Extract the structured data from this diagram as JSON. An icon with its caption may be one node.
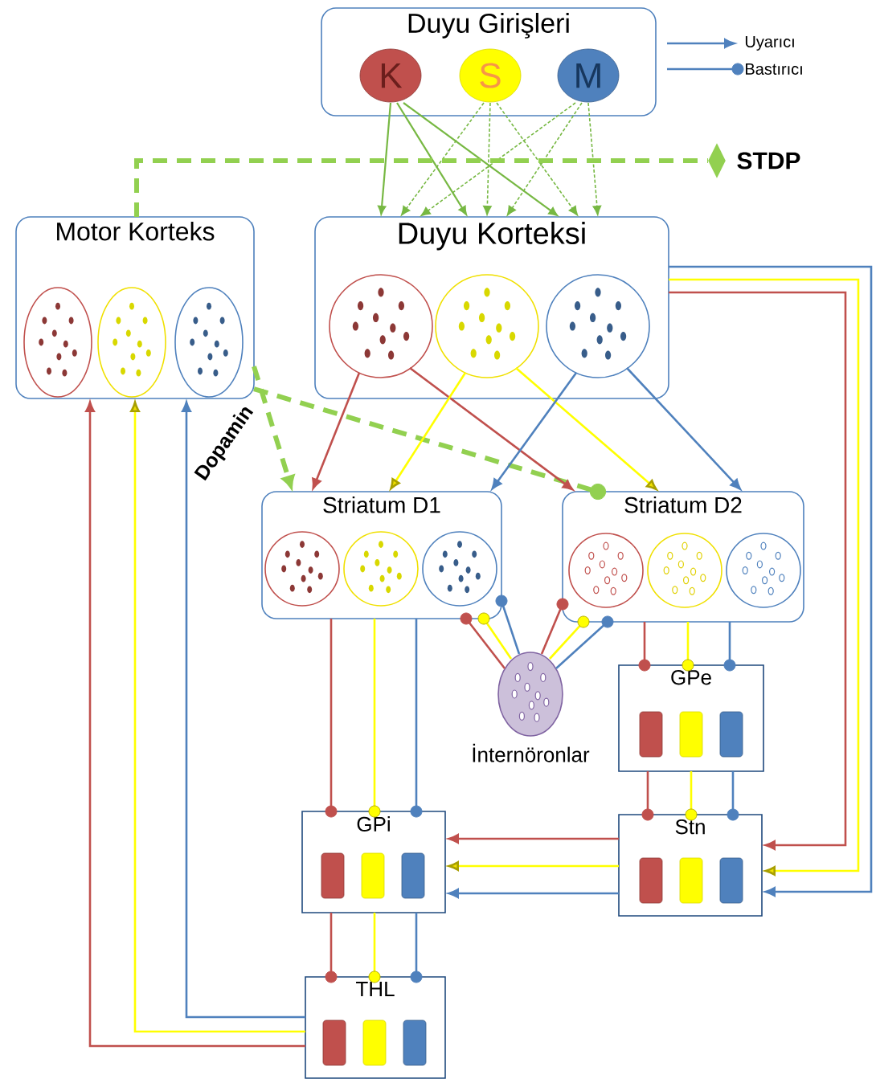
{
  "diagram": {
    "nodes": [
      {
        "text": [
          "Duyu Girişleri"
        ]
      },
      {
        "text": [
          "K"
        ],
        "in": 0
      },
      {
        "text": [
          "S"
        ],
        "in": 0
      },
      {
        "text": [
          "M"
        ],
        "in": 0
      },
      {
        "text": [
          "Motor Korteks"
        ]
      },
      {
        "text": [],
        "shape": "circle",
        "in": 4
      },
      {
        "text": [],
        "shape": "circle",
        "in": 4
      },
      {
        "text": [],
        "shape": "circle",
        "in": 4
      },
      {
        "text": [
          "Duyu Korteksi"
        ]
      },
      {
        "text": [],
        "shape": "circle",
        "in": 8
      },
      {
        "text": [],
        "shape": "circle",
        "in": 8
      },
      {
        "text": [],
        "shape": "circle",
        "in": 8
      },
      {
        "text": [
          "Striatum D1"
        ]
      },
      {
        "text": [],
        "shape": "circle",
        "in": 12
      },
      {
        "text": [],
        "shape": "circle",
        "in": 12
      },
      {
        "text": [],
        "shape": "circle",
        "in": 12
      },
      {
        "text": [
          "Striatum D2"
        ]
      },
      {
        "text": [],
        "shape": "circle",
        "in": 16
      },
      {
        "text": [],
        "shape": "circle",
        "in": 16
      },
      {
        "text": [],
        "shape": "circle",
        "in": 16
      },
      {
        "text": [
          "İnternöronlar"
        ]
      },
      {
        "text": [
          "GPe"
        ]
      },
      {
        "text": [],
        "shape": "bar",
        "in": 21
      },
      {
        "text": [],
        "shape": "bar",
        "in": 21
      },
      {
        "text": [],
        "shape": "bar",
        "in": 21
      },
      {
        "text": [
          "GPi"
        ]
      },
      {
        "text": [],
        "shape": "bar",
        "in": 25
      },
      {
        "text": [],
        "shape": "bar",
        "in": 25
      },
      {
        "text": [],
        "shape": "bar",
        "in": 25
      },
      {
        "text": [
          "Stn"
        ]
      },
      {
        "text": [],
        "shape": "bar",
        "in": 29
      },
      {
        "text": [],
        "shape": "bar",
        "in": 29
      },
      {
        "text": [],
        "shape": "bar",
        "in": 29
      },
      {
        "text": [
          "THL"
        ]
      },
      {
        "text": [],
        "shape": "bar",
        "in": 33
      },
      {
        "text": [],
        "shape": "bar",
        "in": 33
      },
      {
        "text": [],
        "shape": "bar",
        "in": 33
      },
      {
        "text": [],
        "shape": "diamond",
        "beside": [
          "STDP"
        ]
      }
    ],
    "edges": [
      {
        "from": 1,
        "to": 8,
        "arrow": "to",
        "color": "#77b843"
      },
      {
        "from": 1,
        "to": 8,
        "arrow": "to",
        "color": "#77b843"
      },
      {
        "from": 1,
        "to": 8,
        "arrow": "to",
        "color": "#77b843"
      },
      {
        "from": 2,
        "to": 8,
        "arrow": "to",
        "style": "dashed",
        "color": "#77b843"
      },
      {
        "from": 2,
        "to": 8,
        "arrow": "to",
        "style": "dashed",
        "color": "#77b843"
      },
      {
        "from": 2,
        "to": 8,
        "arrow": "to",
        "style": "dashed",
        "color": "#77b843"
      },
      {
        "from": 3,
        "to": 8,
        "arrow": "to",
        "style": "dashed",
        "color": "#77b843"
      },
      {
        "from": 3,
        "to": 8,
        "arrow": "to",
        "style": "dashed",
        "color": "#77b843"
      },
      {
        "from": 3,
        "to": 8,
        "arrow": "to",
        "style": "dashed",
        "color": "#77b843"
      },
      {
        "from": 4,
        "to": 37,
        "arrow": "none",
        "style": "dashed",
        "color": "#92d050"
      },
      {
        "from": 4,
        "to": 12,
        "arrow": "to",
        "style": "dashed",
        "color": "#92d050",
        "label": "Dopamin"
      },
      {
        "from": 4,
        "to": 16,
        "arrow": "other",
        "style": "dashed",
        "color": "#92d050"
      },
      {
        "from": 9,
        "to": 12,
        "arrow": "to",
        "color": "#c0504d"
      },
      {
        "from": 9,
        "to": 16,
        "arrow": "to",
        "color": "#c0504d"
      },
      {
        "from": 10,
        "to": 12,
        "arrow": "to",
        "color": "#ffff00"
      },
      {
        "from": 10,
        "to": 16,
        "arrow": "to",
        "color": "#ffff00"
      },
      {
        "from": 11,
        "to": 12,
        "arrow": "to",
        "color": "#4f81bd"
      },
      {
        "from": 11,
        "to": 16,
        "arrow": "to",
        "color": "#4f81bd"
      },
      {
        "from": 8,
        "to": 29,
        "arrow": "to",
        "color": "#4f81bd"
      },
      {
        "from": 8,
        "to": 29,
        "arrow": "to",
        "color": "#ffff00"
      },
      {
        "from": 8,
        "to": 29,
        "arrow": "to",
        "color": "#c0504d"
      },
      {
        "from": 12,
        "to": 25,
        "arrow": "other",
        "color": "#c0504d"
      },
      {
        "from": 12,
        "to": 25,
        "arrow": "other",
        "color": "#ffff00"
      },
      {
        "from": 12,
        "to": 25,
        "arrow": "other",
        "color": "#4f81bd"
      },
      {
        "from": 20,
        "to": 12,
        "arrow": "other",
        "color": "#c0504d"
      },
      {
        "from": 20,
        "to": 12,
        "arrow": "other",
        "color": "#ffff00"
      },
      {
        "from": 20,
        "to": 12,
        "arrow": "other",
        "color": "#4f81bd"
      },
      {
        "from": 20,
        "to": 16,
        "arrow": "other",
        "color": "#c0504d"
      },
      {
        "from": 20,
        "to": 16,
        "arrow": "other",
        "color": "#ffff00"
      },
      {
        "from": 20,
        "to": 16,
        "arrow": "other",
        "color": "#4f81bd"
      },
      {
        "from": 16,
        "to": 21,
        "arrow": "other",
        "color": "#c0504d"
      },
      {
        "from": 16,
        "to": 21,
        "arrow": "other",
        "color": "#ffff00"
      },
      {
        "from": 16,
        "to": 21,
        "arrow": "other",
        "color": "#4f81bd"
      },
      {
        "from": 21,
        "to": 29,
        "arrow": "other",
        "color": "#c0504d"
      },
      {
        "from": 21,
        "to": 29,
        "arrow": "other",
        "color": "#ffff00"
      },
      {
        "from": 21,
        "to": 29,
        "arrow": "other",
        "color": "#4f81bd"
      },
      {
        "from": 29,
        "to": 25,
        "arrow": "to",
        "color": "#c0504d"
      },
      {
        "from": 29,
        "to": 25,
        "arrow": "to",
        "color": "#ffff00"
      },
      {
        "from": 29,
        "to": 25,
        "arrow": "to",
        "color": "#4f81bd"
      },
      {
        "from": 25,
        "to": 33,
        "arrow": "other",
        "color": "#c0504d"
      },
      {
        "from": 25,
        "to": 33,
        "arrow": "other",
        "color": "#ffff00"
      },
      {
        "from": 25,
        "to": 33,
        "arrow": "other",
        "color": "#4f81bd"
      },
      {
        "from": 33,
        "to": 4,
        "arrow": "to",
        "color": "#4f81bd"
      },
      {
        "from": 33,
        "to": 4,
        "arrow": "to",
        "color": "#ffff00"
      },
      {
        "from": 33,
        "to": 4,
        "arrow": "to",
        "color": "#c0504d"
      }
    ],
    "legend": [
      {
        "text": "Uyarıcı"
      },
      {
        "text": "Bastırıcı"
      }
    ]
  }
}
